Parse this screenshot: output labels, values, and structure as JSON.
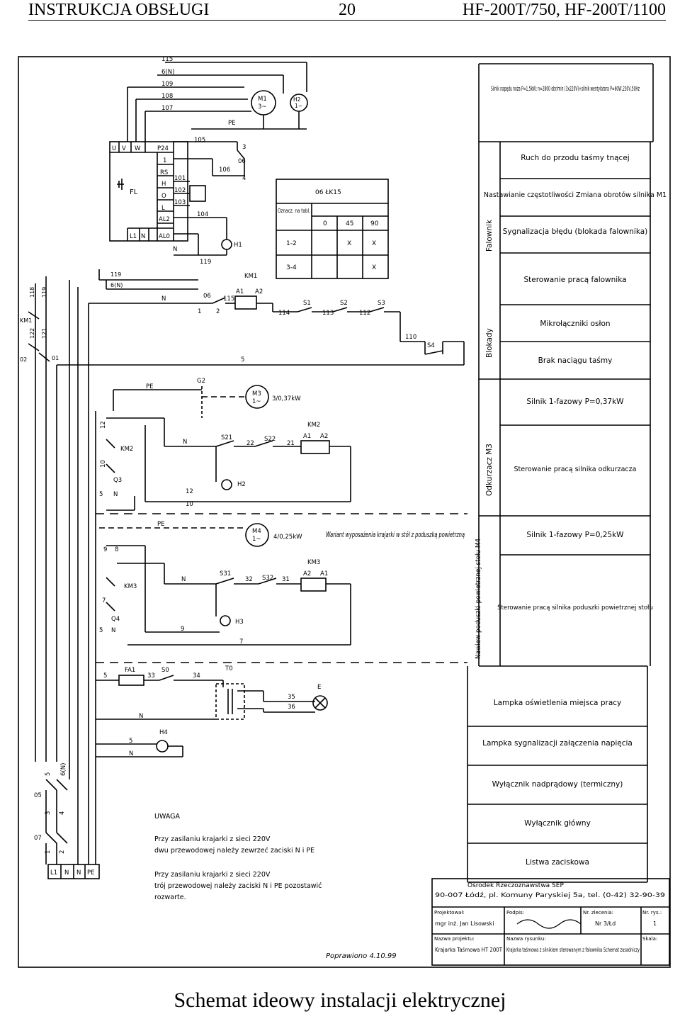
{
  "header": {
    "left": "INSTRUKCJA OBSŁUGI",
    "page_number": "20",
    "right": "HF-200T/750, HF-200T/1100"
  },
  "caption": "Schemat ideowy instalacji elektrycznej",
  "schematic": {
    "wire_labels_top": [
      "115",
      "6(N)",
      "109",
      "108",
      "107"
    ],
    "motor_m1": "M1\n3~",
    "motor_h2": "H2\n1~",
    "pe": "PE",
    "inverter_terminals_top": [
      "U",
      "V",
      "W",
      "P24"
    ],
    "inverter_terminals_left": [
      "1",
      "RS",
      "H",
      "O",
      "L",
      "AL2"
    ],
    "inverter_terminals_bottom": [
      "L1",
      "N",
      "AL0"
    ],
    "inverter_label": "FL",
    "wires_inverter": [
      "105",
      "101",
      "102",
      "103",
      "104",
      "106",
      "119",
      "N",
      "3",
      "4",
      "06"
    ],
    "h1": "H1",
    "selector_table": {
      "title": "06 ŁK15",
      "row_header": "Oznacz. na tabl.",
      "columns": [
        "0",
        "45",
        "90"
      ],
      "rows": [
        {
          "label": "1-2",
          "cells": [
            "",
            "X",
            "X"
          ]
        },
        {
          "label": "3-4",
          "cells": [
            "",
            "",
            "X"
          ]
        }
      ]
    },
    "km1": "KM1",
    "control_line1": [
      "N",
      "06",
      "115",
      "A1",
      "A2",
      "114",
      "S1",
      "113",
      "S2",
      "112",
      "S3",
      "1",
      "2"
    ],
    "s4": "S4",
    "wire_110": "110",
    "left_contacts": [
      "KM1",
      "118",
      "119",
      "122",
      "121",
      "02",
      "01",
      "5",
      "119",
      "6(N)"
    ],
    "m3": "M3\n1~",
    "m3_power": "3/0,37kW",
    "g2": "G2",
    "km2_block": [
      "12",
      "KM2",
      "10",
      "Q3",
      "5",
      "N",
      "S21",
      "22",
      "S22",
      "21",
      "A1",
      "A2",
      "KM2",
      "H2",
      "12",
      "10",
      "N"
    ],
    "m4": "M4\n1~",
    "m4_power": "4/0,25kW",
    "variant_note": "Wariant wyposażenia krajarki w stół z poduszką powietrzną",
    "km3_block": [
      "9",
      "8",
      "KM3",
      "7",
      "Q4",
      "5",
      "N",
      "S31",
      "32",
      "S32",
      "31",
      "A2",
      "A1",
      "KM3",
      "H3",
      "9",
      "7",
      "N"
    ],
    "lamp_block": [
      "5",
      "FA1",
      "33",
      "S0",
      "34",
      "T0",
      "35",
      "36",
      "E",
      "N",
      "H4",
      "5",
      "N"
    ],
    "main_switches": [
      "5",
      "6(N)",
      "05",
      "3",
      "4",
      "07",
      "1",
      "2"
    ],
    "terminal_strip": [
      "L1",
      "N",
      "N",
      "PE"
    ],
    "note_title": "UWAGA",
    "note_lines": [
      "Przy zasilaniu krajarki z sieci 220V",
      "dwu przewodowej należy zewrzeć zaciski N i PE",
      "Przy zasilaniu krajarki z sieci 220V",
      "trój przewodowej należy zaciski N i PE pozostawić",
      "rozwarte."
    ],
    "correction_note": "Poprawiono 4.10.99",
    "right_labels": [
      "Silnik napędu noża P=1,5kW; n=2800 obr/min (3x220V)+silnik wentylatora P=60W,230V,50Hz",
      "Ruch do przodu taśmy tnącej",
      "Nastawianie częstotliwości Zmiana obrotów silnika M1",
      "Sygnalizacja błędu (blokada falownika)",
      "Sterowanie pracą falownika",
      "Mikrołączniki osłon",
      "Brak naciągu taśmy",
      "Silnik 1-fazowy P=0,37kW",
      "Sterowanie pracą silnika odkurzacza",
      "Silnik 1-fazowy P=0,25kW",
      "Sterowanie pracą silnika poduszki powietrznej stołu",
      "Lampka oświetlenia miejsca pracy",
      "Lampka sygnalizacji załączenia napięcia",
      "Wyłącznik nadprądowy (termiczny)",
      "Wyłącznik główny",
      "Listwa zaciskowa"
    ],
    "vertical_labels": [
      "Falownik",
      "Blokady",
      "Odkurzacz M3",
      "Nawiew poduszki powietrznej stołu M4"
    ],
    "title_block": {
      "org1": "Ośrodek Rzeczoznawstwa SEP",
      "org2": "90-007 Łódź, pl. Komuny Paryskiej 5a, tel. (0-42) 32-90-39",
      "h_designer": "Projektował:",
      "designer": "mgr inż. Jan Lisowski",
      "h_signature": "Podpis:",
      "h_order": "Nr. zlecenia:",
      "order": "Nr 3/Łd",
      "h_sheet": "Nr. rys.:",
      "sheet": "1",
      "h_project": "Nazwa projektu:",
      "project": "Krajarka Taśmowa HT 200T",
      "h_drawing": "Nazwa rysunku:",
      "drawing": "Krajarka taśmowa z silnikiem sterowanym z falownika Schemat zasadniczy",
      "h_sheet2": "Skala:"
    }
  }
}
